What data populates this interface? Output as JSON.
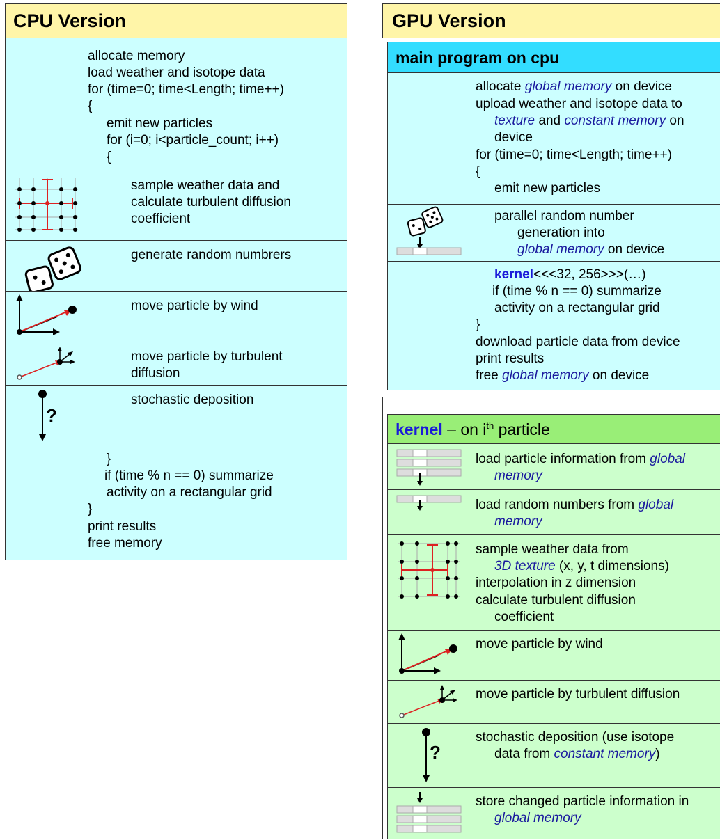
{
  "cpu": {
    "title": "CPU Version",
    "top_lines": [
      "allocate memory",
      "load weather and isotope data",
      "for (time=0; time<Length; time++)",
      "{",
      "emit new particles",
      "for (i=0; i<particle_count; i++)",
      "{"
    ],
    "steps": [
      {
        "icon": "grid-sample-icon",
        "lines": [
          "sample weather data and",
          "calculate turbulent diffusion",
          "coefficient"
        ]
      },
      {
        "icon": "dice-icon",
        "lines": [
          "generate random numbrers"
        ]
      },
      {
        "icon": "wind-vector-icon",
        "lines": [
          "move particle by wind"
        ]
      },
      {
        "icon": "turbulent-diffusion-icon",
        "lines": [
          "move particle by turbulent",
          "diffusion"
        ]
      },
      {
        "icon": "deposition-icon",
        "lines": [
          "stochastic deposition"
        ]
      }
    ],
    "bottom_lines": [
      "}",
      "if (time % n == 0)  summarize",
      "activity on a rectangular grid",
      "}",
      "print results",
      "free memory"
    ]
  },
  "gpu": {
    "title": "GPU Version",
    "main_title": "main program on cpu",
    "main": {
      "allocate_pre": "allocate ",
      "global_memory": "global memory",
      "on_device": " on device",
      "upload_line": "upload weather and isotope data to",
      "texture": "texture",
      "and_word": " and ",
      "constant_memory": "constant memory",
      "on_word": " on",
      "device": "device",
      "for_line": "for (time=0; time<Length; time++)",
      "open_brace": "{",
      "emit": "emit new particles",
      "rng_line1": "parallel random number",
      "rng_line2": "generation into",
      "kernel_word": "kernel",
      "kernel_args": "<<<32, 256>>>(…)",
      "if_line": "if (time % n == 0) summarize",
      "activity_line": "activity on a rectangular grid",
      "close_brace": "}",
      "download_line": "download particle data from device",
      "print_line": "print results",
      "free_pre": "free "
    },
    "kernel_title": {
      "kernel": "kernel",
      "dash": " – on i",
      "th": "th",
      "particle": " particle"
    },
    "kernel": {
      "load_info": "load particle information from ",
      "global": "global",
      "memory": "memory",
      "load_rand": "load random numbers from ",
      "sample1": "sample weather data from",
      "texture3d": "3D texture",
      "dims": " (x, y, t dimensions)",
      "interp": "interpolation in z dimension",
      "calc1": "calculate turbulent diffusion",
      "calc2": "coefficient",
      "wind": "move particle by wind",
      "turb": "move particle by turbulent diffusion",
      "depo1": "stochastic deposition (use isotope",
      "depo2_pre": "data from ",
      "constant_memory": "constant memory",
      "close_paren": ")",
      "store1": "store changed particle information in",
      "global_memory": "global memory"
    }
  },
  "colors": {
    "header_yellow": "#fff5a8",
    "cyan_panel": "#ccffff",
    "green_panel": "#ccffcc",
    "green_header": "#99ee77",
    "memory_text": "#1a1a9e",
    "kernel_text": "#1a1ad9",
    "grid_red": "#dd2222"
  }
}
